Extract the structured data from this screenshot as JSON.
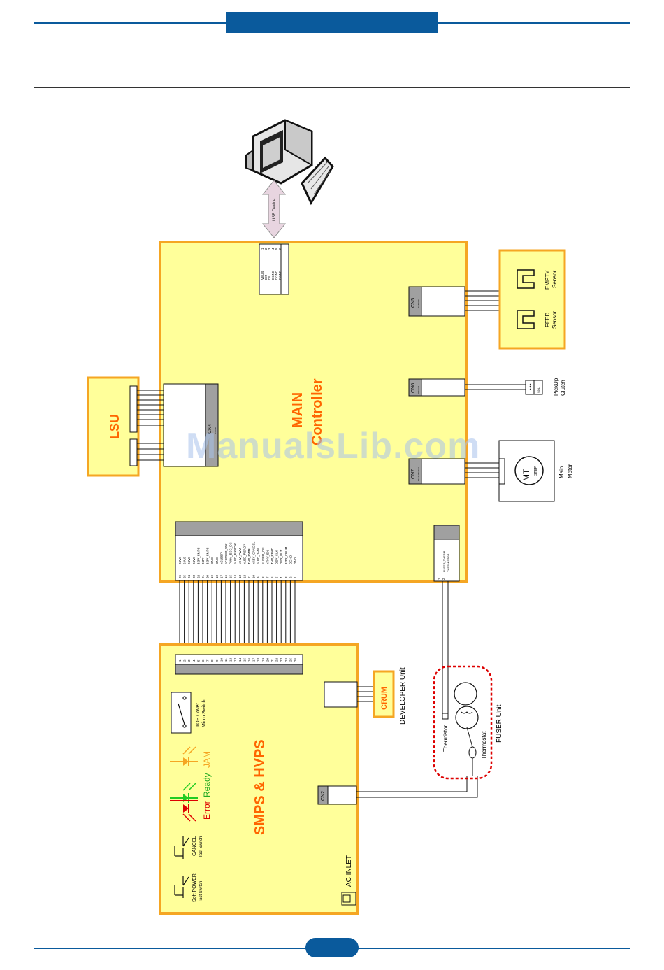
{
  "labels": {
    "main": "MAIN",
    "controller": "Controller",
    "lsu": "LSU",
    "smps_hvps": "SMPS & HVPS",
    "crum": "CRUM",
    "developer_unit": "DEVELOPER Unit",
    "fuser_unit": "FUSER Unit",
    "thermistor": "Thermistor",
    "thermostat": "Thermostat",
    "usb_device": "USB Device",
    "cn5": "CN5",
    "cn5_sub": "SENSOR",
    "cn6": "CN6",
    "cn6_sub": "PICKUP",
    "cn7": "CN7",
    "cn7_sub": "STEP MOTOR",
    "cn4": "CN4",
    "cn4_sub": "LSU I/F",
    "cn2": "CN2",
    "empty_sensor_1": "EMPTY",
    "empty_sensor_2": "Sensor",
    "feed_sensor_1": "FEED",
    "feed_sensor_2": "Sensor",
    "pickup_clutch_1": "PickUp",
    "pickup_clutch_2": "Clutch",
    "sol": "SOL",
    "main_motor_1": "Main",
    "main_motor_2": "Motor",
    "mt": "MT",
    "step": "STEP",
    "top_cover_1": "TOP Cover",
    "top_cover_2": "Micro Switch",
    "error": "Error",
    "ready": "Ready",
    "jam": "JAM",
    "cancel_1": "CANCEL",
    "cancel_2": "Tact Switch",
    "power_1": "Soft POWER",
    "power_2": "Tact Switch",
    "ac_inlet": "AC INLET",
    "fuser_therm": "FUSER_THERM",
    "thermistor_pin": "THERMISTOR"
  },
  "usb_pins": [
    "VBUS",
    "DM",
    "DP",
    "DGND",
    "DGND",
    "DGND"
  ],
  "usb_pin_numbers": [
    "1",
    "2",
    "3",
    "4",
    "5",
    "6"
  ],
  "main_signals": [
    "24VS",
    "24VS",
    "24VS",
    "24VS",
    "3.3V_SMPS",
    "3.3V",
    "3.3V_SMPS",
    "GND",
    "GND",
    "nSLEEP",
    "nPOWER_SW",
    "PWM_ESC_DC",
    "nLED_ERROR",
    "MHV_PWM",
    "nLED_READY",
    "THV_PWM",
    "nKEY_CANCEL",
    "nLED_JAM",
    "FUSER_ON",
    "nTHV_EN",
    "THV_READ",
    "DEV_CLK",
    "DEV_OUT",
    "3.3V_CRUM",
    "DGND",
    "GND"
  ],
  "main_pin_numbers": [
    "26",
    "25",
    "24",
    "23",
    "22",
    "21",
    "20",
    "19",
    "18",
    "17",
    "16",
    "15",
    "14",
    "13",
    "12",
    "11",
    "10",
    "9",
    "8",
    "7",
    "6",
    "5",
    "4",
    "3",
    "2",
    "1"
  ],
  "smps_pin_numbers": [
    "1",
    "2",
    "3",
    "4",
    "5",
    "6",
    "7",
    "8",
    "9",
    "10",
    "11",
    "12",
    "13",
    "14",
    "15",
    "16",
    "17",
    "18",
    "19",
    "20",
    "21",
    "22",
    "23",
    "24",
    "25",
    "26"
  ],
  "fuser_pin_numbers": [
    "1",
    "2"
  ],
  "watermark": "ManualsLib.com"
}
